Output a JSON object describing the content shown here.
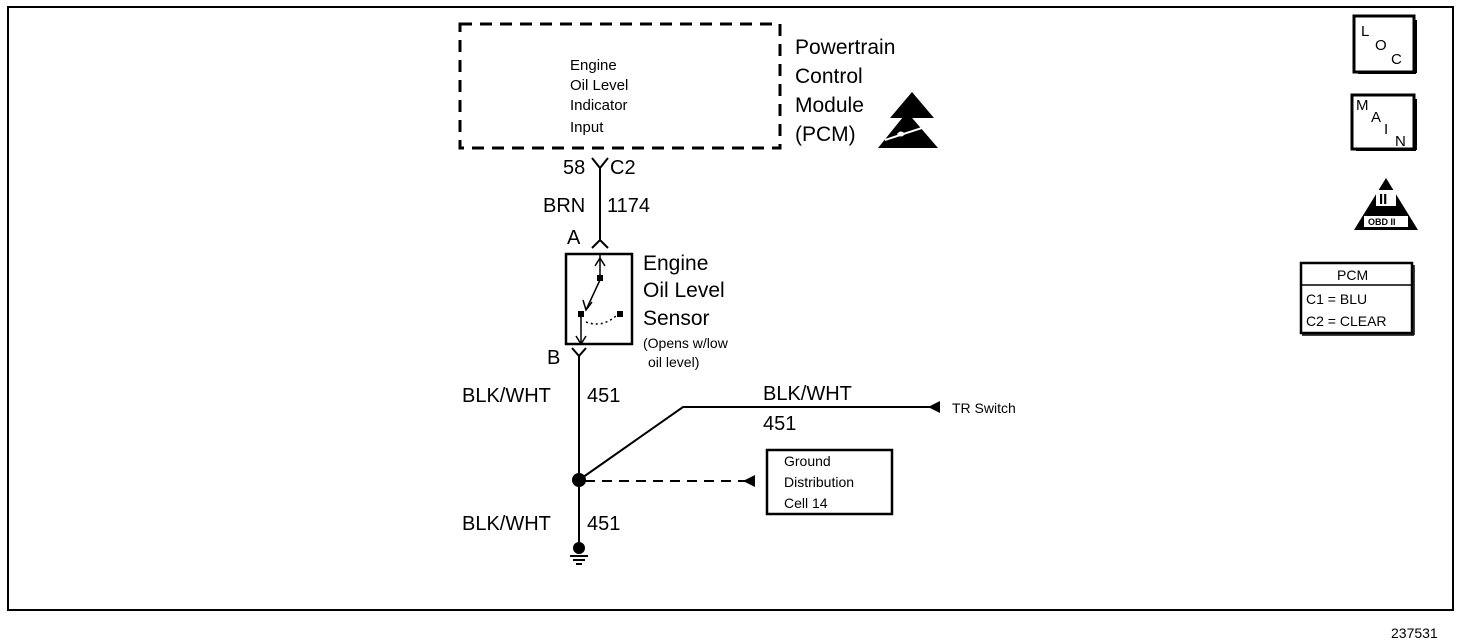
{
  "pcm": {
    "box_lines": [
      "Engine",
      "Oil Level",
      "Indicator",
      "Input"
    ],
    "name_lines": [
      "Powertrain",
      "Control",
      "Module",
      "(PCM)"
    ]
  },
  "connector_pcm": {
    "pin": "58",
    "connector": "C2"
  },
  "wire_top": {
    "color": "BRN",
    "circuit": "1174"
  },
  "sensor": {
    "pin_a": "A",
    "pin_b": "B",
    "name_lines": [
      "Engine",
      "Oil Level",
      "Sensor"
    ],
    "note_lines": [
      "(Opens w/low",
      "oil level)"
    ]
  },
  "wire_mid": {
    "color": "BLK/WHT",
    "circuit": "451"
  },
  "wire_branch": {
    "color": "BLK/WHT",
    "circuit": "451",
    "destination": "TR Switch"
  },
  "ground_ref": {
    "lines": [
      "Ground",
      "Distribution",
      "Cell 14"
    ]
  },
  "wire_bottom": {
    "color": "BLK/WHT",
    "circuit": "451"
  },
  "side_icons": {
    "loc": {
      "letters": [
        "L",
        "O",
        "C"
      ]
    },
    "main": {
      "letters": [
        "M",
        "A",
        "I",
        "N"
      ]
    },
    "obd": {
      "numeral": "II",
      "label": "OBD II"
    }
  },
  "pcm_legend": {
    "title": "PCM",
    "rows": [
      "C1 = BLU",
      "C2 = CLEAR"
    ]
  },
  "figure_number": "237531"
}
